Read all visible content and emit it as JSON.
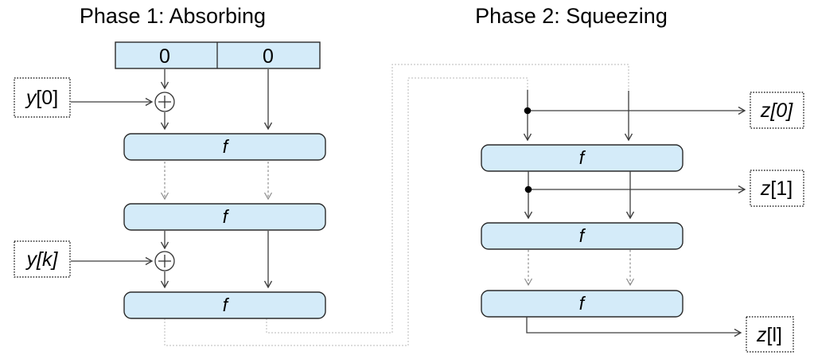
{
  "colors": {
    "box_fill": "#d4ebf9",
    "box_stroke": "#2b2b2b",
    "solid_arrow": "#3d3d3d",
    "iteration_arrow": "#8c8c8c",
    "feedback_line": "#c6c6c6",
    "text": "#000000"
  },
  "phase1": {
    "title": "Phase 1: Absorbing",
    "state_cells": [
      "0",
      "0"
    ],
    "f_labels": [
      "f",
      "f",
      "f"
    ],
    "inputs": [
      {
        "var": "y",
        "index": "[0]"
      },
      {
        "var": "y",
        "index": "[k]"
      }
    ]
  },
  "phase2": {
    "title": "Phase 2: Squeezing",
    "f_labels": [
      "f",
      "f",
      "f"
    ],
    "outputs": [
      {
        "var": "z",
        "index": "[0]"
      },
      {
        "var": "z",
        "index": "[1]"
      },
      {
        "var": "z",
        "index": "[l]"
      }
    ]
  }
}
